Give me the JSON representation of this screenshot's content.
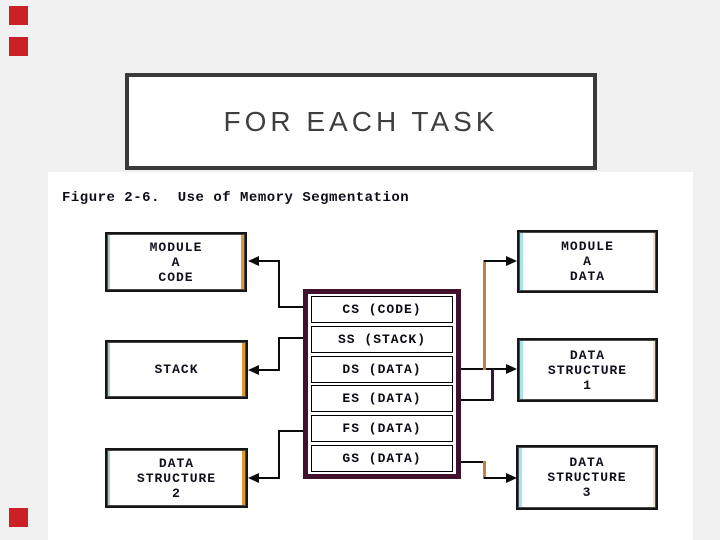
{
  "slide": {
    "bg_color": "#f1f1f2",
    "content_bg": "#ffffff",
    "accent_square_color": "#cb2026"
  },
  "title": {
    "text": "FOR EACH TASK",
    "border_color": "#3a3a3a",
    "text_color": "#3f3f3f"
  },
  "figure": {
    "caption": "Figure 2-6.  Use of Memory Segmentation",
    "register_frame_color": "#41112d",
    "connector_color": "#0b0b0b",
    "connector_orange": "#c28045",
    "connector_purple": "#3b1230",
    "left_edge_color": "#a9cfc9",
    "right_edge_color": "#de9b35",
    "cyan_edge_color": "#a5e3ed",
    "registers": [
      {
        "id": "cs",
        "label": "CS (CODE)"
      },
      {
        "id": "ss",
        "label": "SS (STACK)"
      },
      {
        "id": "ds",
        "label": "DS (DATA)"
      },
      {
        "id": "es",
        "label": "ES (DATA)"
      },
      {
        "id": "fs",
        "label": "FS (DATA)"
      },
      {
        "id": "gs",
        "label": "GS (DATA)"
      }
    ],
    "segments_left": [
      {
        "id": "module-a-code",
        "lines": [
          "MODULE",
          "A",
          "CODE"
        ]
      },
      {
        "id": "stack",
        "lines": [
          "STACK"
        ]
      },
      {
        "id": "data-structure-2",
        "lines": [
          "DATA",
          "STRUCTURE",
          "2"
        ]
      }
    ],
    "segments_right": [
      {
        "id": "module-a-data",
        "lines": [
          "MODULE",
          "A",
          "DATA"
        ]
      },
      {
        "id": "data-structure-1",
        "lines": [
          "DATA",
          "STRUCTURE",
          "1"
        ]
      },
      {
        "id": "data-structure-3",
        "lines": [
          "DATA",
          "STRUCTURE",
          "3"
        ]
      }
    ]
  }
}
